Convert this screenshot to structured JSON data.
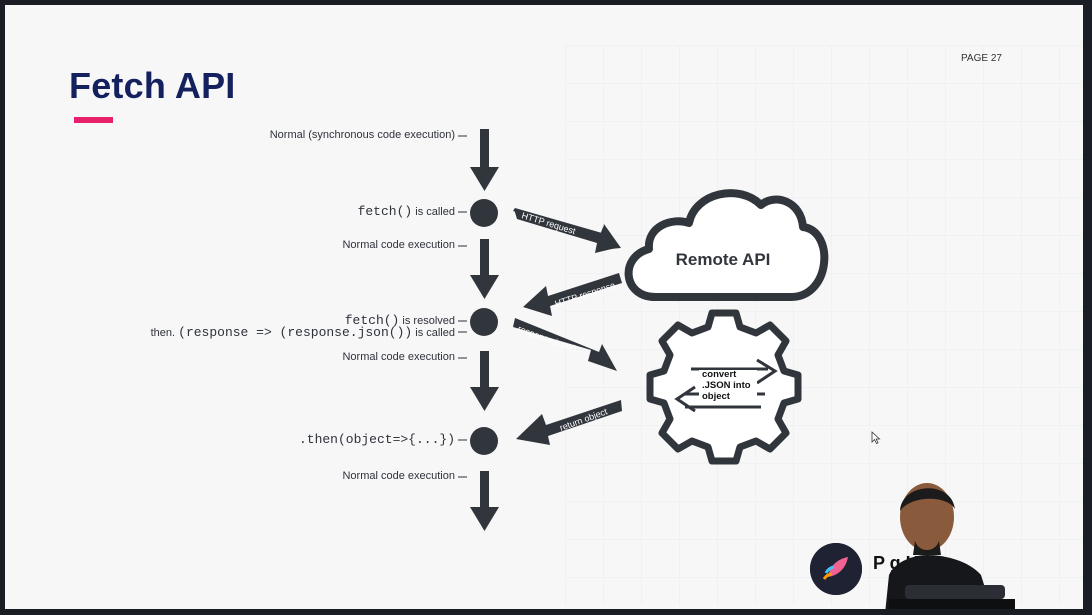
{
  "slide": {
    "title": "Fetch API",
    "page_label": "PAGE 27",
    "accent_color": "#e6206a",
    "title_color": "#14215e"
  },
  "flow": {
    "step_normal_sync": "Normal (synchronous code execution)",
    "fetch_called_code": "fetch()",
    "fetch_called_text": "is called",
    "normal_exec_1": "Normal code execution",
    "fetch_resolved_code": "fetch()",
    "fetch_resolved_text": "is resolved",
    "then_prefix": "then.",
    "then_code": "(response => (response.json())",
    "then_text": "is called",
    "normal_exec_2": "Normal code execution",
    "then_object_code": ".then(object=>{...})",
    "normal_exec_3": "Normal code execution"
  },
  "arrows": {
    "http_request": "HTTP request",
    "http_response": "HTTP response",
    "response_json": "response.json()",
    "return_object": "return object"
  },
  "nodes": {
    "remote_api": "Remote API",
    "convert_line1": "convert",
    "convert_line2": ".JSON into",
    "convert_line3": "object"
  },
  "branding": {
    "text": "P      g Hero"
  },
  "icons": [
    "down-arrow-icon",
    "cloud-icon",
    "gear-icon",
    "bidirectional-arrow-icon",
    "cursor-icon",
    "logo-icon"
  ]
}
